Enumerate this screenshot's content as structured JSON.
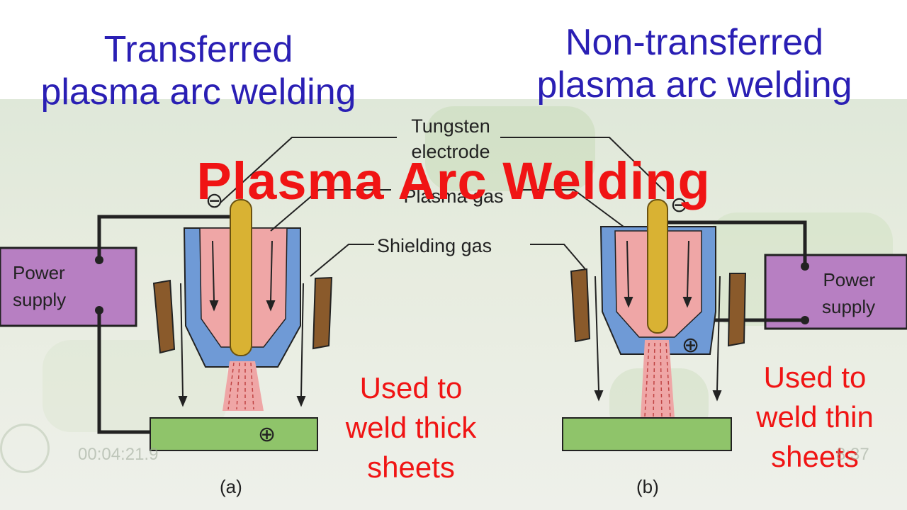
{
  "titles": {
    "transferred": [
      "Transferred",
      "plasma arc welding"
    ],
    "non_transferred": [
      "Non-transferred",
      "plasma arc welding"
    ],
    "main": "Plasma Arc Welding"
  },
  "labels": {
    "tungsten": [
      "Tungsten",
      "electrode"
    ],
    "plasma_gas": "Plasma gas",
    "shielding_gas": "Shielding gas",
    "power_supply": [
      "Power",
      "supply"
    ]
  },
  "symbols": {
    "negative": "⊖",
    "positive": "⊕"
  },
  "notes": {
    "left": [
      "Used to",
      "weld thick",
      "sheets"
    ],
    "right": [
      "Used to",
      "weld thin",
      "sheets"
    ]
  },
  "captions": {
    "a": "(a)",
    "b": "(b)"
  },
  "video_overlay": {
    "time_left": "00:04:21.9",
    "time_right": "8:37"
  },
  "colors": {
    "title_blue": "#2a1fb4",
    "main_red": "#f01414",
    "nozzle_blue": "#6f9ad6",
    "plasma_pink": "#efa6a6",
    "electrode_gold": "#d9b233",
    "shield_brown": "#8a5a2b",
    "power_purple": "#b77fc2",
    "workpiece_green": "#8fc46a"
  }
}
